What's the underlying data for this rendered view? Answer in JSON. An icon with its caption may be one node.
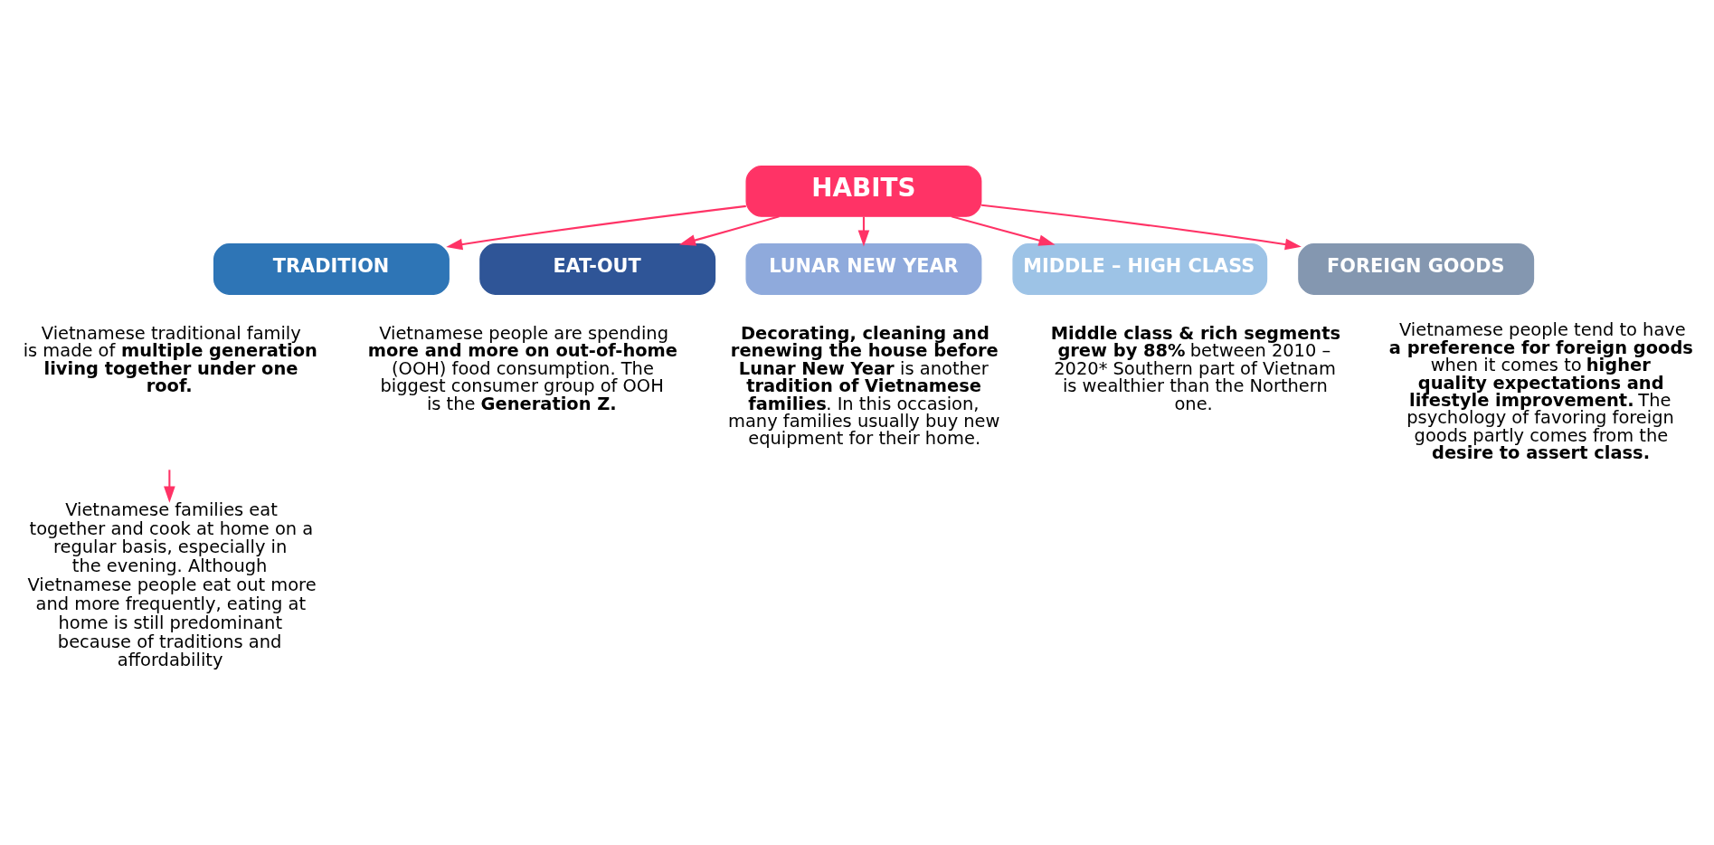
{
  "diagram": {
    "nodes": [
      {
        "text": [
          "HABITS"
        ]
      },
      {
        "text": [
          "TRADITION"
        ]
      },
      {
        "text": [
          "EAT-OUT"
        ],
        "beside": [
          "Vietnamese people are spending **more and more on out-of-home** (OOH) food consumption. The biggest consumer group of OOH is the **Generation Z.**"
        ]
      },
      {
        "text": [
          "LUNAR NEW YEAR"
        ],
        "beside": [
          "**Decorating, cleaning and renewing the house before Lunar New Year** is another **tradition of Vietnamese families**. In this occasion, many families usually buy new equipment for their home."
        ]
      },
      {
        "text": [
          "MIDDLE – HIGH CLASS"
        ],
        "beside": [
          "**Middle class & rich segments grew by 88%** between 2010 – 2020* Southern part of Vietnam is wealthier than the Northern one."
        ]
      },
      {
        "text": [
          "FOREIGN GOODS"
        ],
        "beside": [
          "Vietnamese people tend to have **a preference for foreign goods** when it comes to **higher quality expectations and lifestyle improvement.** The psychology of favoring foreign goods partly comes from the **desire to assert class.**"
        ]
      },
      {
        "text": [
          "Vietnamese traditional family is made of **multiple generation living together under one roof.**"
        ]
      },
      {
        "text": [
          "Vietnamese families eat together and cook at home on a regular basis, especially in the evening. Although Vietnamese people eat out more and more frequently, eating at home is still predominant because of traditions and affordability"
        ]
      }
    ],
    "edges": [
      {
        "from": 0,
        "to": 1,
        "arrow": "to"
      },
      {
        "from": 0,
        "to": 2,
        "arrow": "to"
      },
      {
        "from": 0,
        "to": 3,
        "arrow": "to"
      },
      {
        "from": 0,
        "to": 4,
        "arrow": "to"
      },
      {
        "from": 0,
        "to": 5,
        "arrow": "to"
      },
      {
        "from": 6,
        "to": 7,
        "arrow": "to"
      }
    ]
  }
}
